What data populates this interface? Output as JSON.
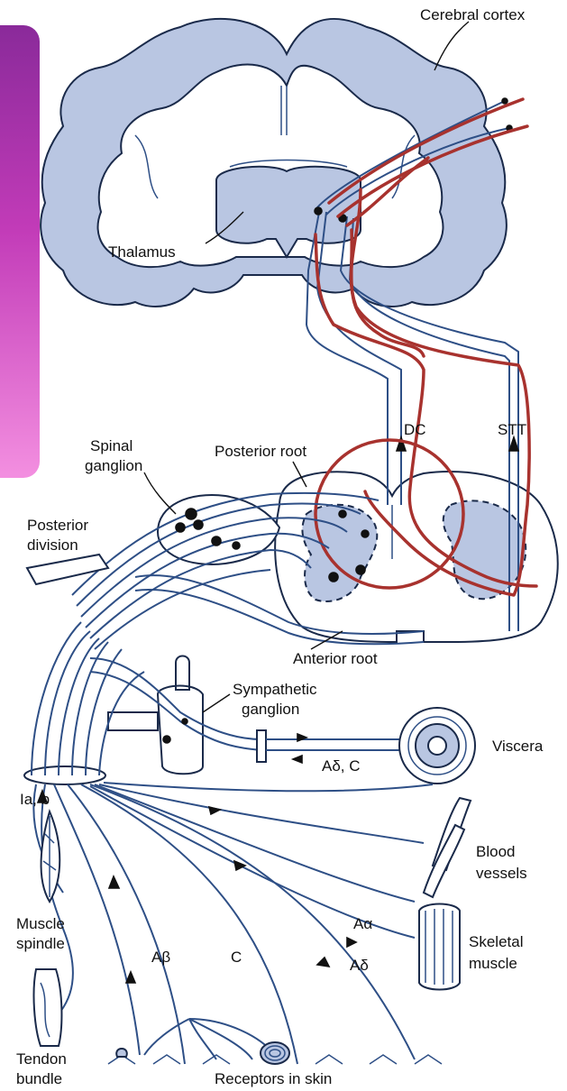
{
  "labels": {
    "cerebral_cortex": "Cerebral cortex",
    "thalamus": "Thalamus",
    "dc": "DC",
    "stt": "STT",
    "spinal_ganglion_1": "Spinal",
    "spinal_ganglion_2": "ganglion",
    "posterior_root": "Posterior root",
    "posterior_division_1": "Posterior",
    "posterior_division_2": "division",
    "anterior_root": "Anterior root",
    "sympathetic_ganglion_1": "Sympathetic",
    "sympathetic_ganglion_2": "ganglion",
    "viscera": "Viscera",
    "a_delta_c": "Aδ, C",
    "ia_b": "Ia, b",
    "blood_vessels_1": "Blood",
    "blood_vessels_2": "vessels",
    "muscle_spindle_1": "Muscle",
    "muscle_spindle_2": "spindle",
    "a_alpha": "Aα",
    "a_beta": "Aβ",
    "c_fiber": "C",
    "a_delta": "Aδ",
    "skeletal_muscle_1": "Skeletal",
    "skeletal_muscle_2": "muscle",
    "tendon_bundle_1": "Tendon",
    "tendon_bundle_2": "bundle",
    "receptors_in_skin": "Receptors in skin"
  },
  "colors": {
    "tissue": "#b9c6e2",
    "nerve": "#2e4f86",
    "annotation_red": "#a8322e",
    "side_band": "#c23bb8"
  }
}
